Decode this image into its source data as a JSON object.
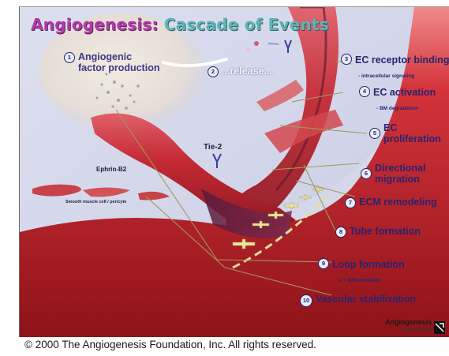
{
  "figure": {
    "title_part1": "Angiogenesis:",
    "title_part2": "Cascade of Events",
    "steps": [
      {
        "num": "1",
        "label": "Angiogenic factor production",
        "line1": "Angiogenic",
        "line2": "factor production"
      },
      {
        "num": "2",
        "label": "...release..."
      },
      {
        "num": "3",
        "label": "EC receptor binding",
        "sub": "- intracellular signaling"
      },
      {
        "num": "4",
        "label": "EC activation",
        "sub": "- BM degradation"
      },
      {
        "num": "5",
        "label": "EC proliferation",
        "line1": "EC",
        "line2": "proliferation"
      },
      {
        "num": "6",
        "label": "Directional migration",
        "line1": "Directional",
        "line2": "migration"
      },
      {
        "num": "7",
        "label": "ECM remodeling"
      },
      {
        "num": "8",
        "label": "Tube formation"
      },
      {
        "num": "9",
        "label": "Loop formation",
        "sub": "- a + differentiation"
      },
      {
        "num": "10",
        "label": "Vascular stabilization"
      }
    ],
    "labels": {
      "tie2": "Tie-2",
      "ephrin": "Ephrin-B2",
      "smooth_muscle": "Smooth muscle cell / pericyte"
    },
    "logo": {
      "name": "Angiogenesis",
      "sub": "Foundation"
    }
  },
  "copyright": "© 2000 The Angiogenesis Foundation, Inc. All rights reserved."
}
